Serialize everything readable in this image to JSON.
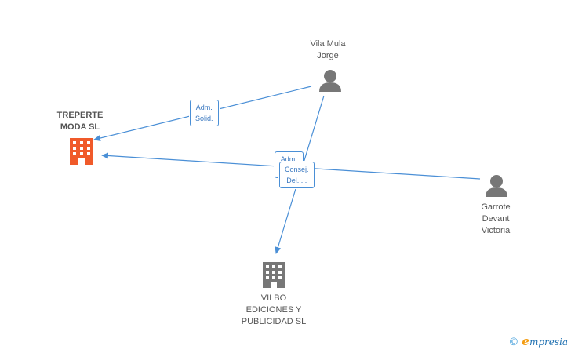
{
  "nodes": {
    "treperte": {
      "label": "TREPERTE\nMODA SL",
      "type": "company",
      "color": "#f05a2a"
    },
    "vila_mula": {
      "label": "Vila Mula\nJorge",
      "type": "person",
      "color": "#777777"
    },
    "garrote": {
      "label": "Garrote\nDevant\nVictoria",
      "type": "person",
      "color": "#777777"
    },
    "vilbo": {
      "label": "VILBO\nEDICIONES Y\nPUBLICIDAD SL",
      "type": "company",
      "color": "#777777"
    }
  },
  "edges": {
    "vila_to_treperte": {
      "label": "Adm.\nSolid."
    },
    "vila_to_vilbo": {
      "label": "Adm.\nSolid."
    },
    "garrote_to_treperte": {
      "label": "Consej.\nDel.,..."
    }
  },
  "edge_color": "#4a8fd6",
  "brand": {
    "copyright": "©",
    "initial": "e",
    "rest": "mpresia"
  }
}
